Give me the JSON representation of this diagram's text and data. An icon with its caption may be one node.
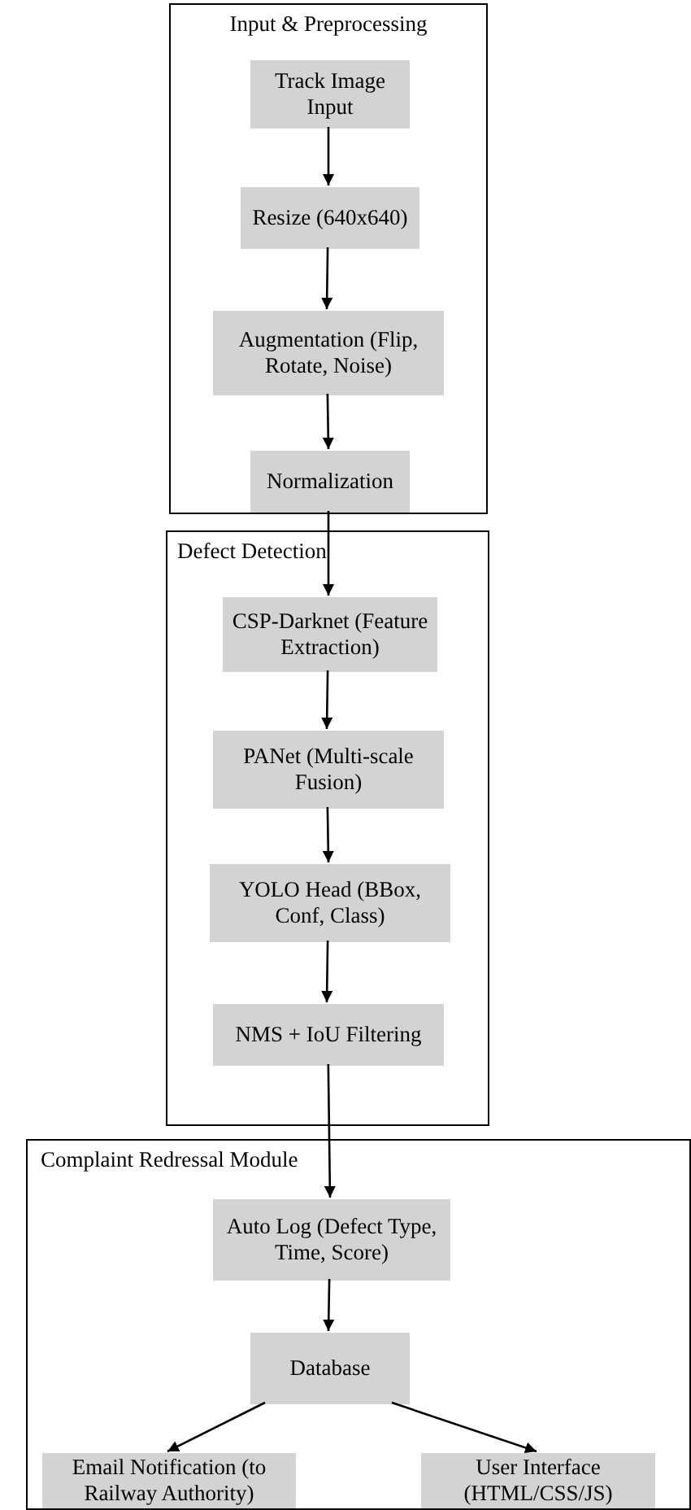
{
  "diagram": {
    "nodes": [
      {
        "text": [
          "Input & Preprocessing"
        ]
      },
      {
        "text": [
          "Track Image Input"
        ],
        "in": 0
      },
      {
        "text": [
          "Resize (640x640)"
        ],
        "in": 0
      },
      {
        "text": [
          "Augmentation (Flip, Rotate, Noise)"
        ],
        "in": 0
      },
      {
        "text": [
          "Normalization"
        ],
        "in": 0
      },
      {
        "text": [
          "Defect Detection"
        ]
      },
      {
        "text": [
          "CSP-Darknet (Feature Extraction)"
        ],
        "in": 5
      },
      {
        "text": [
          "PANet (Multi-scale Fusion)"
        ],
        "in": 5
      },
      {
        "text": [
          "YOLO Head (BBox, Conf, Class)"
        ],
        "in": 5
      },
      {
        "text": [
          "NMS + IoU Filtering"
        ],
        "in": 5
      },
      {
        "text": [
          "Complaint Redressal Module"
        ]
      },
      {
        "text": [
          "Auto Log (Defect Type, Time, Score)"
        ],
        "in": 10
      },
      {
        "text": [
          "Database"
        ],
        "in": 10
      },
      {
        "text": [
          "Email Notification (to Railway Authority)"
        ],
        "in": 10
      },
      {
        "text": [
          "User Interface (HTML/CSS/JS)"
        ],
        "in": 10
      }
    ],
    "edges": [
      {
        "from": 1,
        "to": 2,
        "arrow": "to"
      },
      {
        "from": 2,
        "to": 3,
        "arrow": "to"
      },
      {
        "from": 3,
        "to": 4,
        "arrow": "to"
      },
      {
        "from": 4,
        "to": 6,
        "arrow": "to"
      },
      {
        "from": 6,
        "to": 7,
        "arrow": "to"
      },
      {
        "from": 7,
        "to": 8,
        "arrow": "to"
      },
      {
        "from": 8,
        "to": 9,
        "arrow": "to"
      },
      {
        "from": 9,
        "to": 11,
        "arrow": "to"
      },
      {
        "from": 11,
        "to": 12,
        "arrow": "to"
      },
      {
        "from": 12,
        "to": 13,
        "arrow": "to"
      },
      {
        "from": 12,
        "to": 14,
        "arrow": "to"
      }
    ]
  }
}
